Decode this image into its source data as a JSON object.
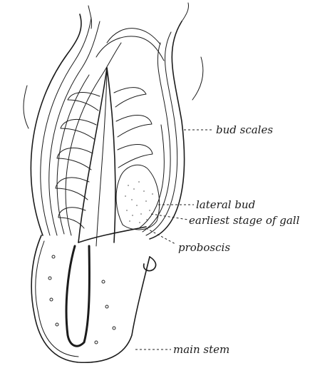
{
  "labels": {
    "bud_scales": "bud scales",
    "lateral_bud": "lateral bud",
    "earliest_stage": "earliest stage of gall",
    "proboscis": "proboscis",
    "main_stem": "main stem"
  }
}
